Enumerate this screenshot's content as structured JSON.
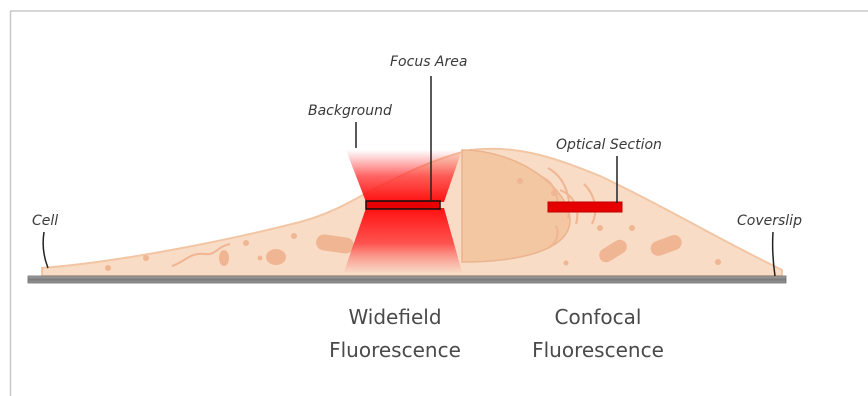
{
  "labels": {
    "focus_area": "Focus Area",
    "background": "Background",
    "optical_section": "Optical Section",
    "cell": "Cell",
    "coverslip": "Coverslip"
  },
  "captions": {
    "widefield_line1": "Widefield",
    "widefield_line2": "Fluorescence",
    "confocal_line1": "Confocal",
    "confocal_line2": "Fluorescence"
  },
  "colors": {
    "cell_fill": "#f8dcc6",
    "cell_stroke": "#f2c6a4",
    "organelle": "#f0b592",
    "nucleus": "#f4c7a3",
    "laser_red": "#e60000",
    "coverslip": "#8c8c8c",
    "frame": "#c8c8c8"
  }
}
